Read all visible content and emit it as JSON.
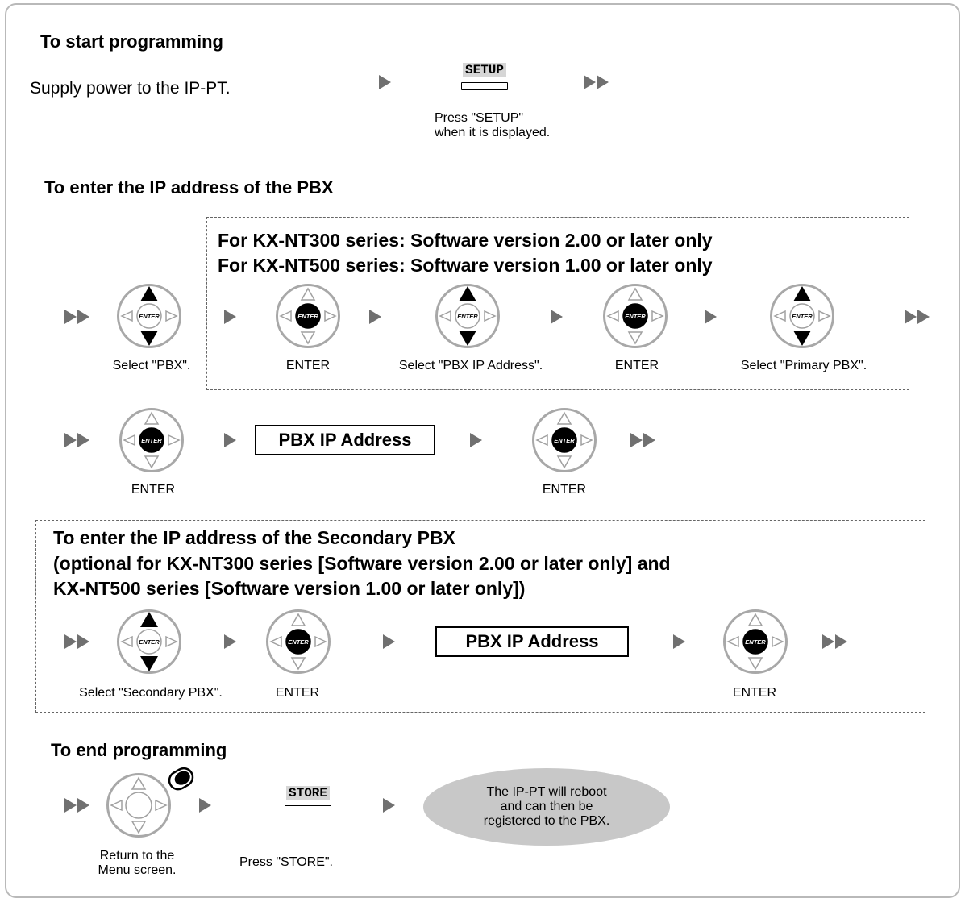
{
  "sections": {
    "start": {
      "heading": "To start programming",
      "supply_text": "Supply power to the IP-PT.",
      "setup_key": "SETUP",
      "setup_caption": [
        "Press \"SETUP\"",
        "when it is displayed."
      ]
    },
    "pbx_ip": {
      "heading": "To enter the IP address of the PBX",
      "version_notes": [
        "For KX-NT300 series: Software version 2.00 or later only",
        "For KX-NT500 series: Software version 1.00 or later only"
      ],
      "row1_captions": [
        "Select \"PBX\".",
        "ENTER",
        "Select \"PBX IP Address\".",
        "ENTER",
        "Select \"Primary PBX\"."
      ],
      "row2_enter1": "ENTER",
      "row2_box": "PBX IP Address",
      "row2_enter2": "ENTER"
    },
    "secondary": {
      "heading_lines": [
        "To enter the IP address of the Secondary PBX",
        "(optional for KX-NT300 series [Software version 2.00 or later only] and",
        "KX-NT500 series [Software version 1.00 or later only])"
      ],
      "captions": [
        "Select \"Secondary PBX\".",
        "ENTER",
        "ENTER"
      ],
      "box": "PBX IP Address"
    },
    "end": {
      "heading": "To end programming",
      "return_caption": [
        "Return to the",
        "Menu screen."
      ],
      "store_key": "STORE",
      "store_caption": "Press \"STORE\".",
      "result_lines": [
        "The IP-PT will reboot",
        "and can then be",
        "registered to the PBX."
      ]
    }
  },
  "nav_key": {
    "center_label": "ENTER"
  },
  "colors": {
    "frame": "#b9b9b9",
    "arrow": "#707070",
    "key_shade": "#d6d6d6",
    "bubble": "#c8c8c8"
  }
}
